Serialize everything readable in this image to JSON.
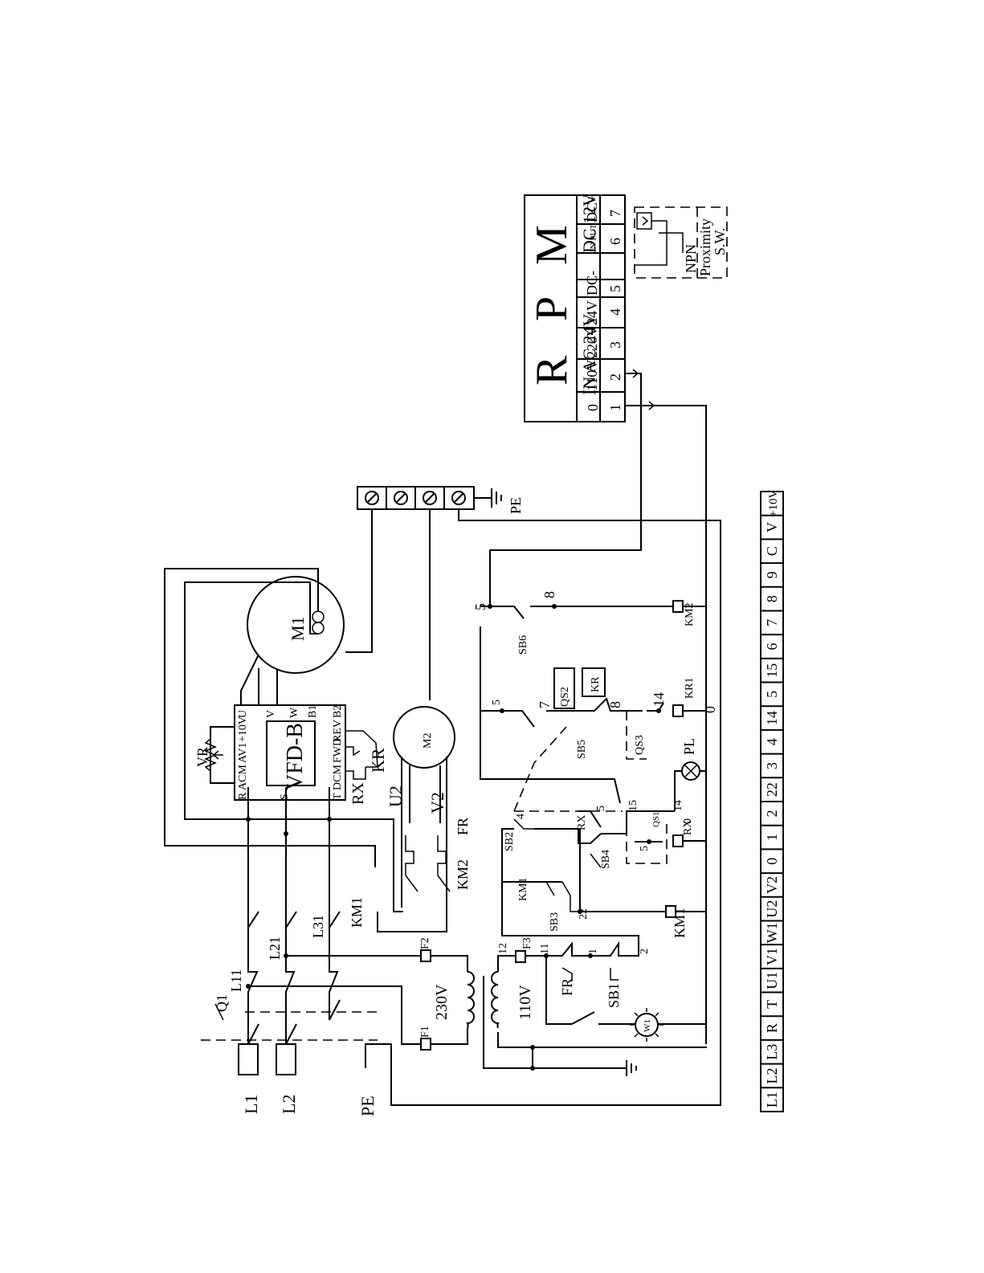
{
  "rpm_meter": {
    "title_letters": [
      "R",
      "P",
      "M"
    ],
    "in_ac_label": "IN AC 24V",
    "dc_12v_label": "DC 12V",
    "terminals": [
      {
        "number": "0",
        "label": ""
      },
      {
        "number": "1",
        "label": ""
      },
      {
        "number": "2",
        "label": "110V"
      },
      {
        "number": "3",
        "label": "220V"
      },
      {
        "number": "4",
        "label": "24V"
      },
      {
        "number": "5",
        "label": "DC-"
      },
      {
        "number": "6",
        "label": "IN PUT"
      },
      {
        "number": "7",
        "label": "DC+"
      }
    ],
    "sensor_lines": [
      "NPN",
      "Proximity",
      "S.W."
    ]
  },
  "terminal_strip": [
    "L1",
    "L2",
    "L3",
    "R",
    "T",
    "U1",
    "V1",
    "W1",
    "U2",
    "V2",
    "0",
    "1",
    "2",
    "22",
    "3",
    "4",
    "14",
    "5",
    "15",
    "6",
    "7",
    "8",
    "9",
    "C",
    "V",
    "+10V"
  ],
  "earth_strip": {
    "label": "PE"
  },
  "power_inputs": [
    "L1",
    "L2",
    "PE"
  ],
  "main_switch": "Q1",
  "branch_labels": [
    "L11",
    "L21",
    "L31"
  ],
  "transformer": {
    "primary": "230V",
    "secondary": "110V",
    "fuses": [
      "F1",
      "F2",
      "F3"
    ],
    "wire_numbers": [
      "12",
      "11"
    ]
  },
  "vfd": {
    "name": "VFD-B",
    "top_terminals": [
      "R",
      "ACM",
      "AV1",
      "+10V",
      "U"
    ],
    "middle_terminals": [
      "S",
      "V"
    ],
    "bottom_terminals": [
      "T",
      "DCM",
      "FWD",
      "REV",
      "W",
      "B1",
      "B2"
    ],
    "potentiometer": "VR"
  },
  "motors": [
    "M1",
    "M2"
  ],
  "motor2_leads": [
    "U2",
    "V2"
  ],
  "contactors": [
    "KM1",
    "KM2",
    "KR",
    "KR1"
  ],
  "relays": [
    "RX",
    "FR"
  ],
  "pushbuttons": [
    "SB1",
    "SB2",
    "SB3",
    "SB4",
    "SB5",
    "SB6"
  ],
  "selector_switches": [
    "QS1",
    "QS2",
    "QS3"
  ],
  "lamps": [
    "PL",
    "W1"
  ],
  "wire_numbers": [
    "0",
    "1",
    "2",
    "3",
    "4",
    "5",
    "6",
    "7",
    "8",
    "14",
    "15",
    "22"
  ]
}
